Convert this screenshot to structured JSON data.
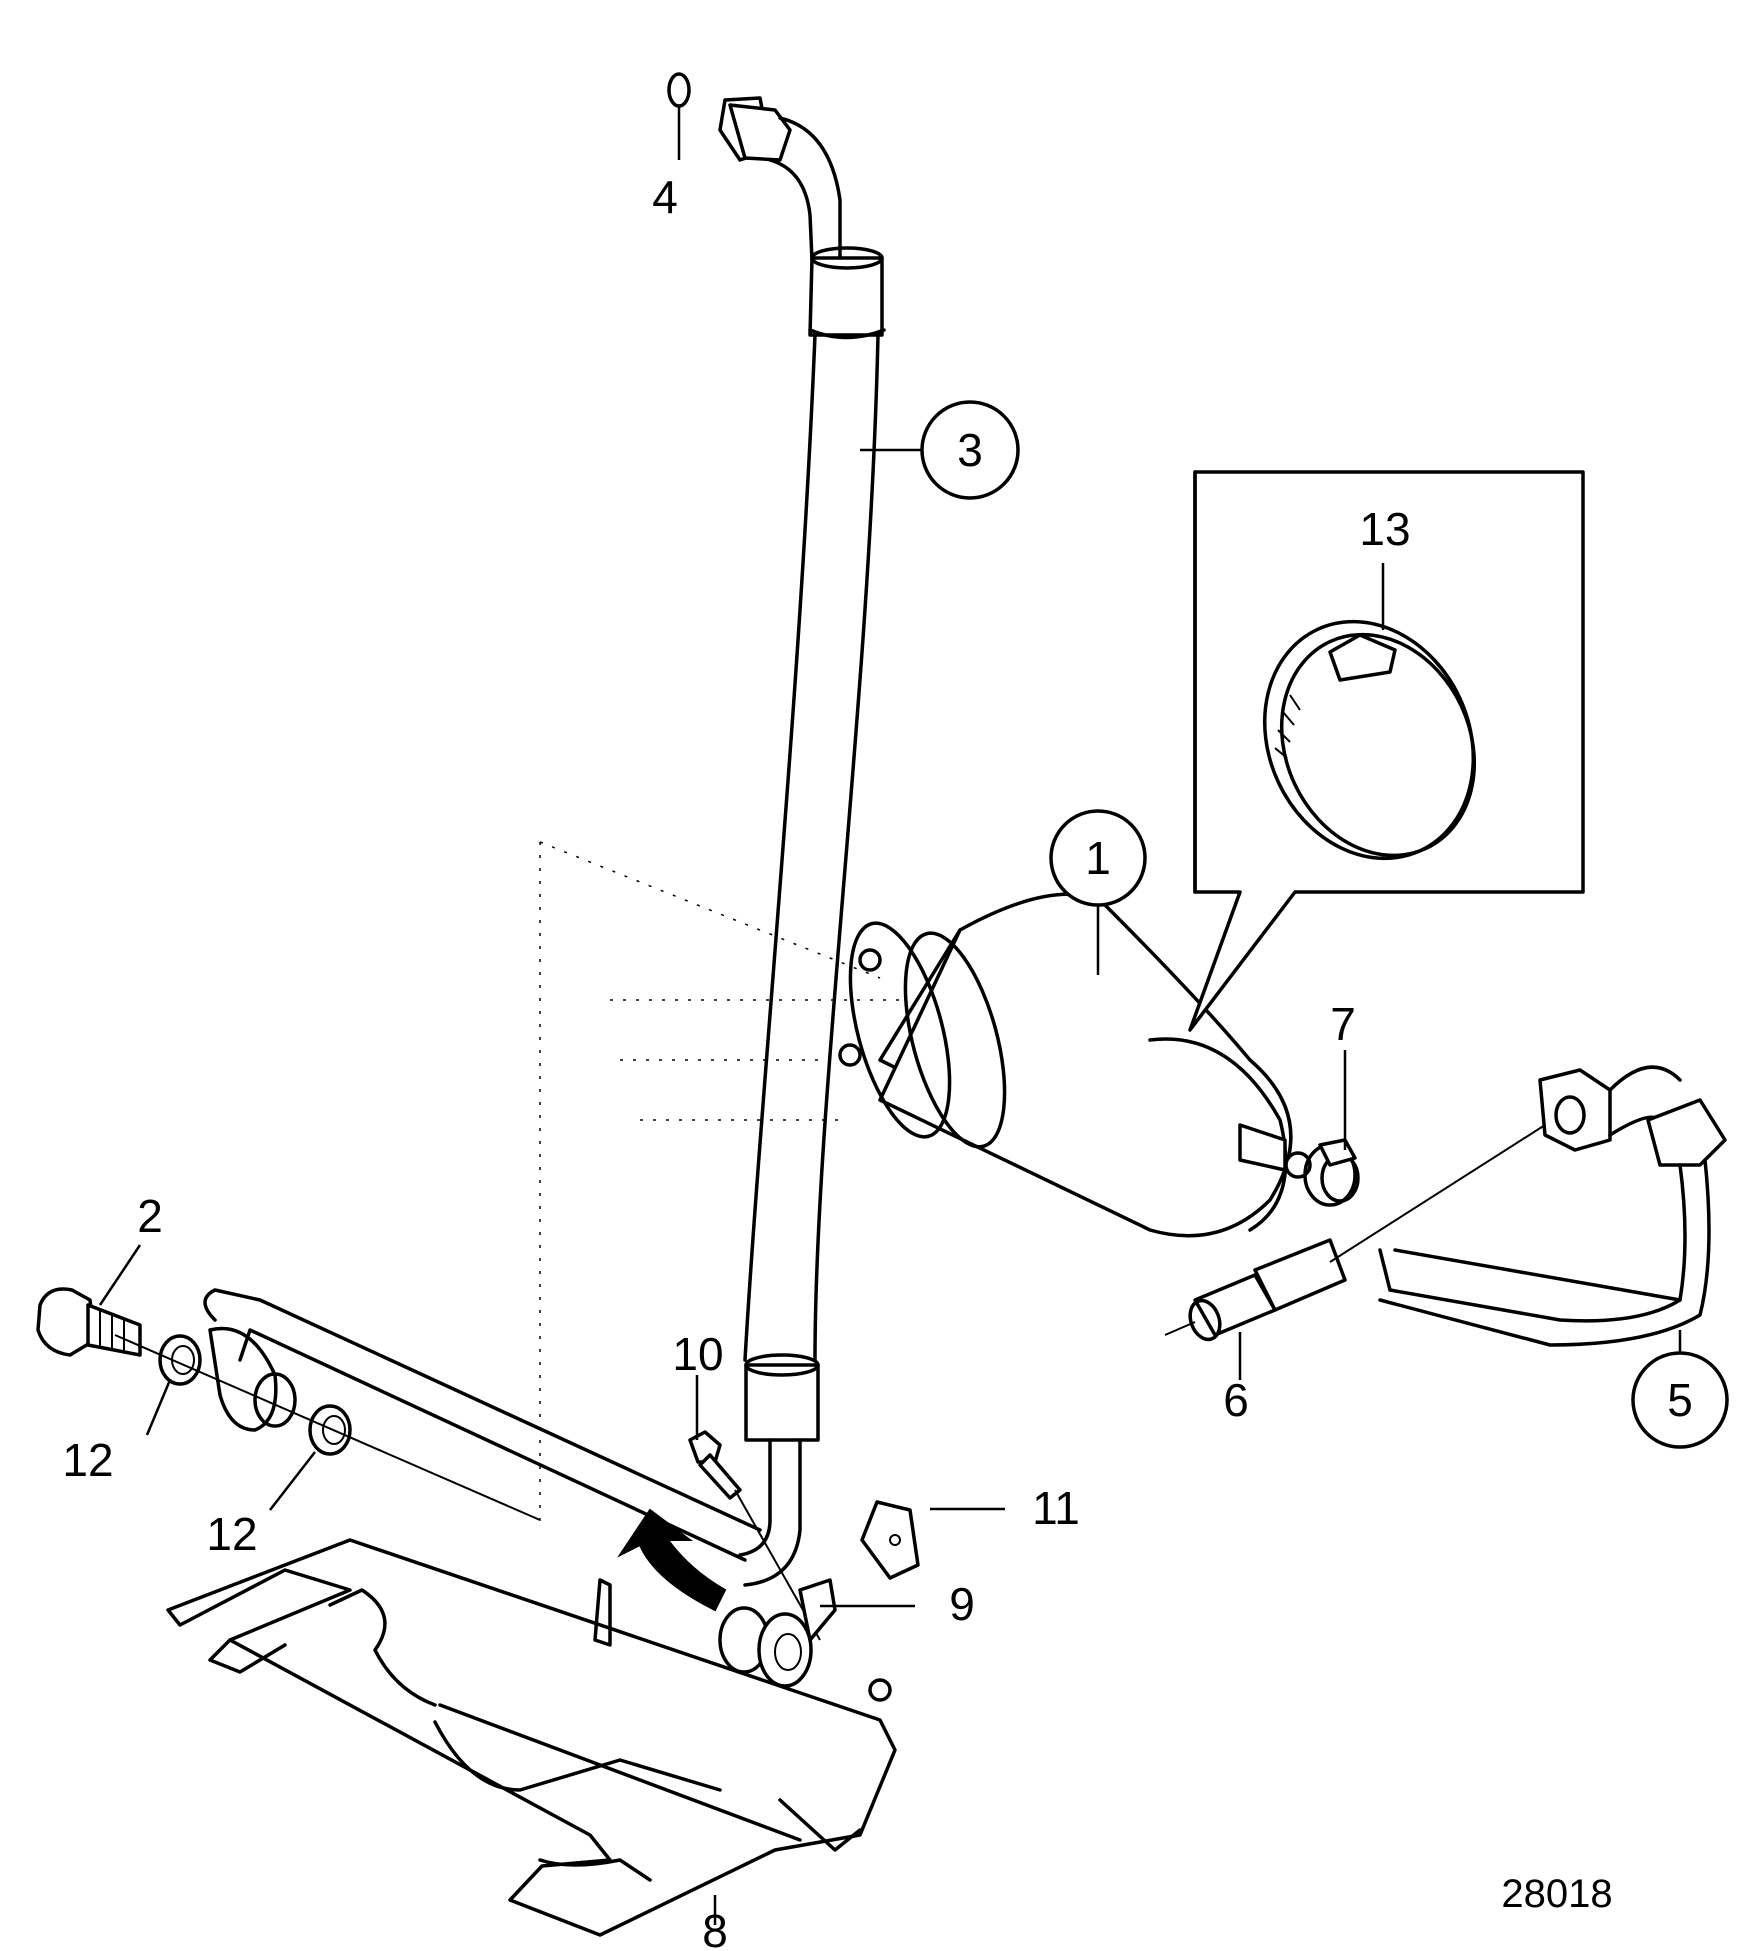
{
  "figure_number": "28018",
  "callouts": [
    {
      "id": "1",
      "text": "1",
      "circled": true
    },
    {
      "id": "2",
      "text": "2",
      "circled": false
    },
    {
      "id": "3",
      "text": "3",
      "circled": true
    },
    {
      "id": "4",
      "text": "4",
      "circled": false
    },
    {
      "id": "5",
      "text": "5",
      "circled": true
    },
    {
      "id": "6",
      "text": "6",
      "circled": false
    },
    {
      "id": "7",
      "text": "7",
      "circled": false
    },
    {
      "id": "8",
      "text": "8",
      "circled": false
    },
    {
      "id": "9",
      "text": "9",
      "circled": false
    },
    {
      "id": "10",
      "text": "10",
      "circled": false
    },
    {
      "id": "11",
      "text": "11",
      "circled": false
    },
    {
      "id": "12a",
      "text": "12",
      "circled": false
    },
    {
      "id": "12b",
      "text": "12",
      "circled": false
    },
    {
      "id": "13",
      "text": "13",
      "circled": false
    }
  ]
}
